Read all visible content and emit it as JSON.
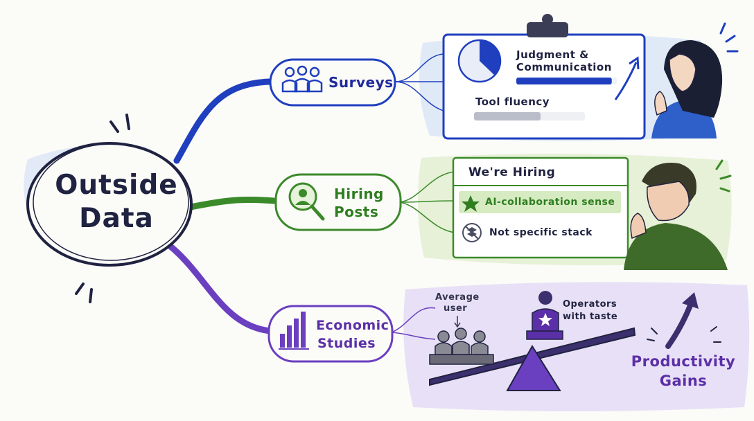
{
  "center": {
    "line1": "Outside",
    "line2": "Data"
  },
  "branches": [
    {
      "label": "Surveys",
      "icon": "people-icon",
      "color": "#1f3fbf"
    },
    {
      "label_line1": "Hiring",
      "label_line2": "Posts",
      "icon": "person-search-icon",
      "color": "#3b8a2a"
    },
    {
      "label_line1": "Economic",
      "label_line2": "Studies",
      "icon": "bar-chart-icon",
      "color": "#6a3fc0"
    }
  ],
  "survey_card": {
    "item1_line1": "Judgment &",
    "item1_line2": "Communication",
    "item2": "Tool fluency",
    "icons": [
      "pie-chart-icon",
      "clipboard-clip-icon",
      "trend-arrow-icon"
    ],
    "item1_bar_level": 0.95,
    "item2_bar_level": 0.6
  },
  "hiring_card": {
    "heading": "We're Hiring",
    "item1": "AI-collaboration sense",
    "item2": "Not specific stack",
    "icons": [
      "star-icon",
      "no-stack-icon"
    ]
  },
  "economic_panel": {
    "average_user_line1": "Average",
    "average_user_line2": "user",
    "operators_line1": "Operators",
    "operators_line2": "with taste",
    "productivity_line1": "Productivity",
    "productivity_line2": "Gains",
    "icons": [
      "seesaw-icon",
      "star-person-icon",
      "up-arrow-icon"
    ]
  },
  "colors": {
    "ink": "#1f2240",
    "blue": "#1f3fbf",
    "green": "#3b8a2a",
    "purple": "#6a3fc0",
    "blue_wash": "#dbe6f7",
    "green_wash": "#e3f0d3",
    "purple_wash": "#e6ddf5"
  }
}
